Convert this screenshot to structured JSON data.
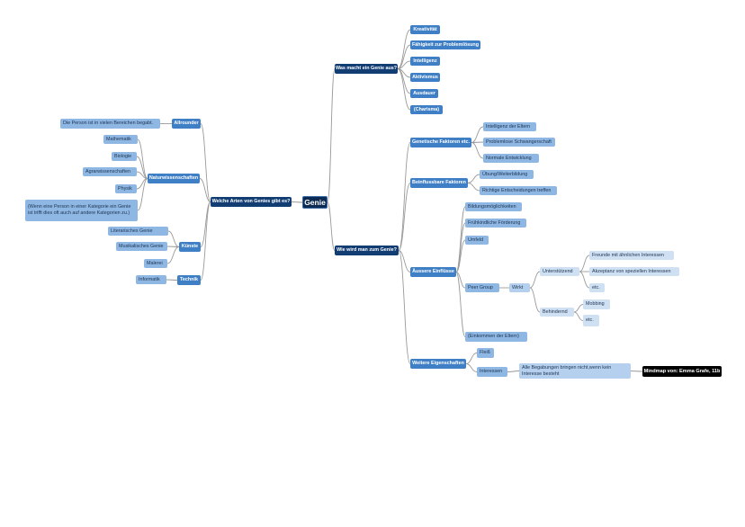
{
  "mindmap": {
    "root": "Genie",
    "credit": "Mindmap von: Emma Grafe, 11b",
    "right": [
      {
        "label": "Was macht ein Genie aus?",
        "children": [
          {
            "label": "Kreativität"
          },
          {
            "label": "Fähigkeit zur Problemlösung"
          },
          {
            "label": "Intelligenz"
          },
          {
            "label": "Aktivismus"
          },
          {
            "label": "Ausdauer"
          },
          {
            "label": "(Charisma)"
          }
        ]
      },
      {
        "label": "Wie wird man zum Genie?",
        "children": [
          {
            "label": "Genetische Faktoren etc.",
            "children": [
              {
                "label": "Intelligenz der Eltern"
              },
              {
                "label": "Problemlose Schwangerschaft"
              },
              {
                "label": "Normale Entwicklung"
              }
            ]
          },
          {
            "label": "Beinflussbare Faktoren",
            "children": [
              {
                "label": "Übung/Weiterbildung"
              },
              {
                "label": "Richtige Entscheidungen treffen"
              }
            ]
          },
          {
            "label": "Äussere Einflüsse",
            "children": [
              {
                "label": "Bildungsmöglichkeiten"
              },
              {
                "label": "Frühkindliche Förderung"
              },
              {
                "label": "Umfeld"
              },
              {
                "label": "Peer Group",
                "children": [
                  {
                    "label": "Wirkt",
                    "children": [
                      {
                        "label": "Unterstützend",
                        "children": [
                          {
                            "label": "Freunde mit ähnlichen Interessen"
                          },
                          {
                            "label": "Akzeptanz von speziellen Interessen"
                          },
                          {
                            "label": "etc."
                          }
                        ]
                      },
                      {
                        "label": "Behindernd",
                        "children": [
                          {
                            "label": "Mobbing"
                          },
                          {
                            "label": "etc."
                          }
                        ]
                      }
                    ]
                  }
                ]
              },
              {
                "label": "(Einkommen der Eltern)"
              }
            ]
          },
          {
            "label": "Weitere Eigenschaften",
            "children": [
              {
                "label": "Fleiß"
              },
              {
                "label": "Interessen",
                "children": [
                  {
                    "label": "Alle Begabungen bringen nicht,wenn kein Interesse besteht"
                  }
                ]
              }
            ]
          }
        ]
      }
    ],
    "left": [
      {
        "label": "Welche Arten von Genies gibt es?",
        "children": [
          {
            "label": "Allrounder",
            "children": [
              {
                "label": "Die Person ist in vielen Bereichen begabt."
              }
            ]
          },
          {
            "label": "Naturwissenschaften",
            "children": [
              {
                "label": "Mathematik"
              },
              {
                "label": "Biologie"
              },
              {
                "label": "Agrarwissenschaften"
              },
              {
                "label": "Physik"
              },
              {
                "label": "(Wenn eine Person in einer Kategorie ein Genie ist trifft dies oft auch auf andere Kategorien zu.)"
              }
            ]
          },
          {
            "label": "Künste",
            "children": [
              {
                "label": "Literarisches Genie"
              },
              {
                "label": "Musikalisches Genie"
              },
              {
                "label": "Malerei"
              }
            ]
          },
          {
            "label": "Technik",
            "children": [
              {
                "label": "Informatik"
              }
            ]
          }
        ]
      }
    ],
    "colors": {
      "root": "#0d2b52",
      "level1": "#123d73",
      "level2": "#3f7fc5",
      "level3": "#8fb7e3",
      "level4": "#b5cfee",
      "level5": "#cfe0f3",
      "connector": "#9a9a9a",
      "credit": "#000000"
    }
  }
}
